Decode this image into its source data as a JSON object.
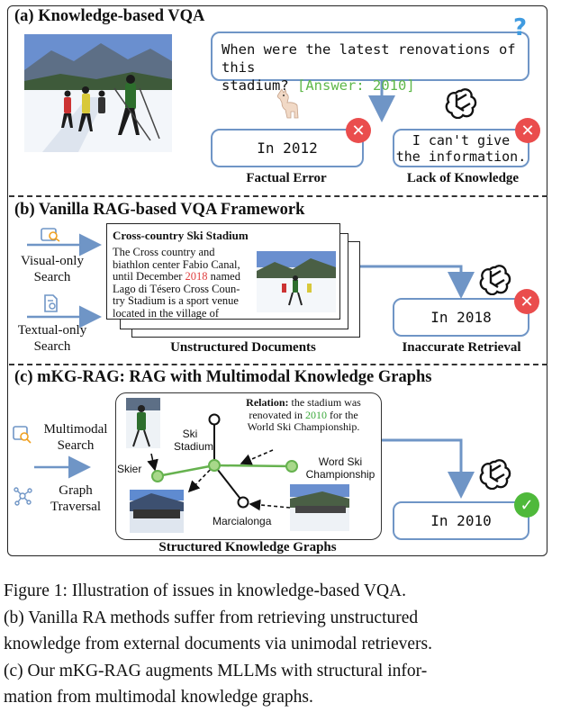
{
  "figure": {
    "section_a": {
      "title": "(a) Knowledge-based VQA",
      "question_line1": "When were the latest renovations of this",
      "question_line2": "stadium?",
      "answer_hint": "[Answer: 2010]",
      "question_mark": "?",
      "llama_answer": "In 2012",
      "gpt_answer_line1": "I can't give",
      "gpt_answer_line2": "the information.",
      "label_factual_error": "Factual Error",
      "label_lack_knowledge": "Lack of Knowledge"
    },
    "section_b": {
      "title": "(b) Vanilla RAG-based VQA Framework",
      "visual_search_line1": "Visual-only",
      "visual_search_line2": "Search",
      "textual_search_line1": "Textual-only",
      "textual_search_line2": "Search",
      "doc_title": "Cross-country Ski Stadium",
      "doc_line1": "The Cross country and",
      "doc_line2": "biathlon center Fabio Canal,",
      "doc_line3_pre": "until December ",
      "doc_line3_year": "2018",
      "doc_line3_post": " named",
      "doc_line4": "Lago di Tésero Cross Coun-",
      "doc_line5": "try Stadium is a sport venue",
      "doc_line6": "located in the village of",
      "label_docs": "Unstructured Documents",
      "answer": "In 2018",
      "label_inaccurate": "Inaccurate Retrieval"
    },
    "section_c": {
      "title": "(c) mKG-RAG: RAG with Multimodal Knowledge Graphs",
      "mm_search_line1": "Multimodal",
      "mm_search_line2": "Search",
      "graph_trav_line1": "Graph",
      "graph_trav_line2": "Traversal",
      "relation_bold": "Relation:",
      "relation_line1_rest": " the stadium was",
      "relation_line2_pre": "renovated in ",
      "relation_line2_year": "2010",
      "relation_line2_post": " for the",
      "relation_line3": "World Ski Championship.",
      "node_ski_stadium_line1": "Ski",
      "node_ski_stadium_line2": "Stadium",
      "node_skier": "Skier",
      "node_world_ski_line1": "Word Ski",
      "node_world_ski_line2": "Championship",
      "node_marcialonga": "Marcialonga",
      "label_structured": "Structured Knowledge Graphs",
      "answer": "In 2010"
    },
    "caption": {
      "line1": "Figure 1:  Illustration of issues in knowledge-based VQA.",
      "line2": "(b) Vanilla RA methods suffer from retrieving unstructured",
      "line3": "knowledge from external documents via unimodal retrievers.",
      "line4": "(c) Our mKG-RAG augments MLLMs with structural infor-",
      "line5": "mation from multimodal knowledge graphs."
    },
    "icons": [
      "llama-icon",
      "openai-logo-icon",
      "image-search-icon",
      "document-search-icon",
      "graph-icon",
      "cross-icon",
      "check-icon"
    ],
    "colors": {
      "accent_blue": "#6f95c6",
      "answer_green": "#5fb84a",
      "error_red": "#ea4d4d",
      "year_red": "#e04040",
      "year_green": "#3aa83a"
    }
  }
}
